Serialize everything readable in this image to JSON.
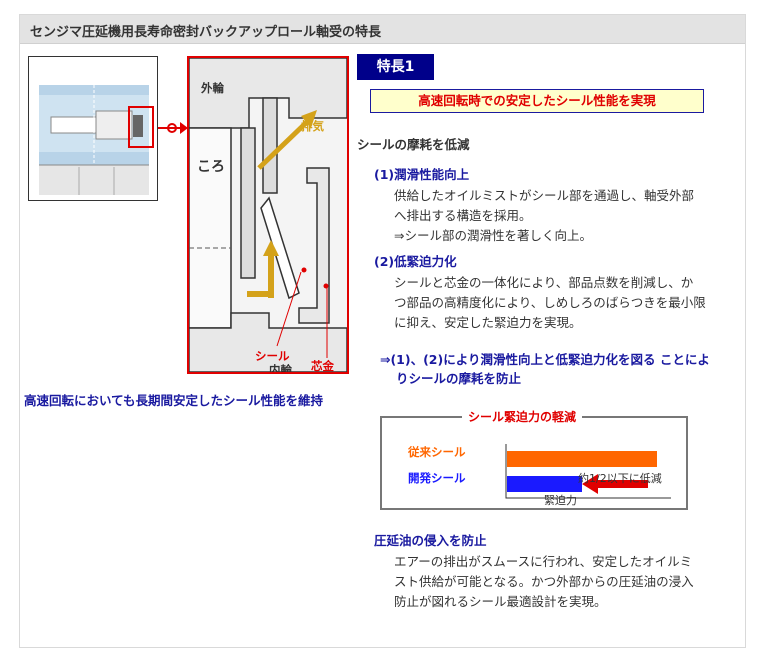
{
  "header": {
    "title": "センジマ圧延機用長寿命密封バックアップロール軸受の特長"
  },
  "diagram": {
    "outer_ring": "外輪",
    "roller": "ころ",
    "exhaust": "排気",
    "seal": "シール",
    "inner_ring": "内輪",
    "core": "芯金",
    "caption": "高速回転においても長期間安定したシール性能を維持"
  },
  "feature": {
    "badge": "特長1",
    "headline": "高速回転時での安定したシール性能を実現",
    "section1_title": "シールの摩耗を低減",
    "point1_title": "(1)潤滑性能向上",
    "point1_lines": [
      "供給したオイルミストがシール部を通過し、軸受外部",
      "へ排出する構造を採用。",
      "⇒シール部の潤滑性を著しく向上。"
    ],
    "point2_title": "(2)低緊迫力化",
    "point2_lines": [
      "シールと芯金の一体化により、部品点数を削減し、か",
      "つ部品の高精度化により、しめしろのばらつきを最小限",
      "に抑え、安定した緊迫力を実現。"
    ],
    "conclusion_lines": [
      "⇒(1)、(2)により潤滑性向上と低緊迫力化を図る ことによ",
      "りシールの摩耗を防止"
    ],
    "section2_title": "圧延油の侵入を防止",
    "section2_lines": [
      "エアーの排出がスムースに行われ、安定したオイルミ",
      "スト供給が可能となる。かつ外部からの圧延油の浸入",
      "防止が図れるシール最適設計を実現。"
    ]
  },
  "chart_data": {
    "type": "bar",
    "title": "シール緊迫力の軽減",
    "categories": [
      "従来シール",
      "開発シール"
    ],
    "values": [
      1,
      0.5
    ],
    "colors": [
      "#ff6600",
      "#1a1aff"
    ],
    "xlabel": "緊迫力",
    "annotation": "約1/2以下に低減"
  }
}
